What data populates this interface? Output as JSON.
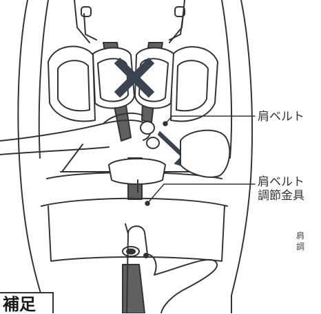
{
  "labels": {
    "shoulder_belt": "肩ベルト",
    "adjuster_line1": "肩ベルト",
    "adjuster_line2": "調節金具",
    "clipped_line1": "肩",
    "clipped_line2": "調",
    "supplement": "補足"
  },
  "icons": {
    "prohibited": "x-mark-icon",
    "direction": "arrow-down-right-icon"
  },
  "colors": {
    "line": "#333333",
    "belt": "#606060",
    "mark": "#3a4450",
    "shade": "#d9d9d9"
  }
}
